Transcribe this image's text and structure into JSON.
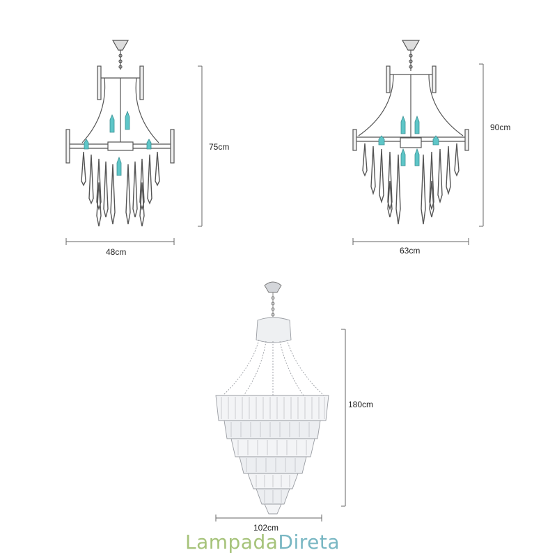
{
  "figures": [
    {
      "name": "chandelier-small",
      "width_label": "48cm",
      "height_label": "75cm"
    },
    {
      "name": "chandelier-medium",
      "width_label": "63cm",
      "height_label": "90cm"
    },
    {
      "name": "chandelier-large",
      "width_label": "102cm",
      "height_label": "180cm"
    }
  ],
  "brand": {
    "part1": "Lampada",
    "part2": "Direta",
    "color1": "#a6c37a",
    "color2": "#79b7c3"
  },
  "colors": {
    "line": "#555555",
    "bulb": "#5ec6c8",
    "crystal": "#b9bcc1"
  }
}
